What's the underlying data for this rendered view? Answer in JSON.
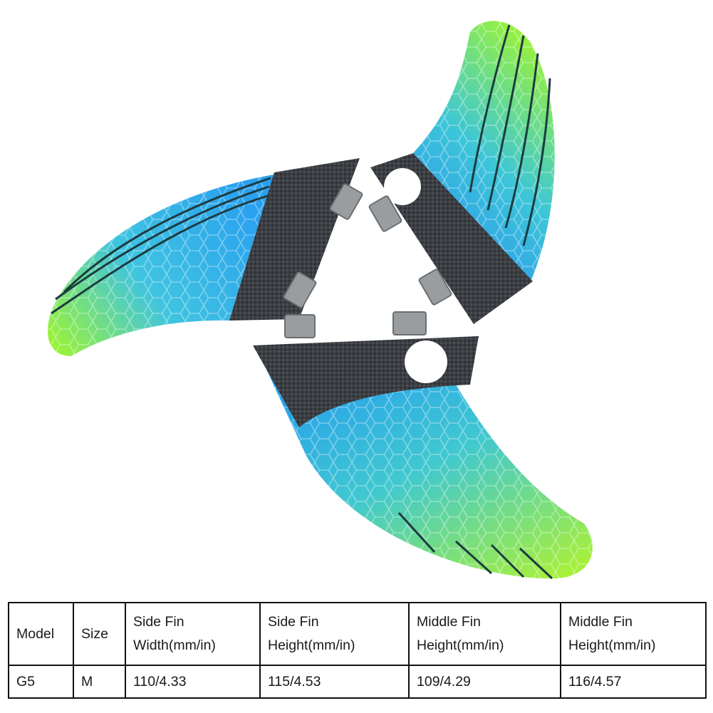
{
  "product": {
    "image": "surfboard-fins-set-icon",
    "colors": {
      "blue": "#2f9ff0",
      "green": "#8ff03a",
      "carbon": "#3a3d41",
      "stripe": "#1e3a3a"
    }
  },
  "spec_table": {
    "headers": [
      {
        "line1": "Model",
        "line2": ""
      },
      {
        "line1": "Size",
        "line2": ""
      },
      {
        "line1": "Side Fin",
        "line2": "Width(mm/in)"
      },
      {
        "line1": "Side Fin",
        "line2": "Height(mm/in)"
      },
      {
        "line1": "Middle Fin",
        "line2": "Height(mm/in)"
      },
      {
        "line1": "Middle Fin",
        "line2": "Height(mm/in)"
      }
    ],
    "rows": [
      [
        "G5",
        "M",
        "110/4.33",
        "115/4.53",
        "109/4.29",
        "116/4.57"
      ]
    ]
  }
}
